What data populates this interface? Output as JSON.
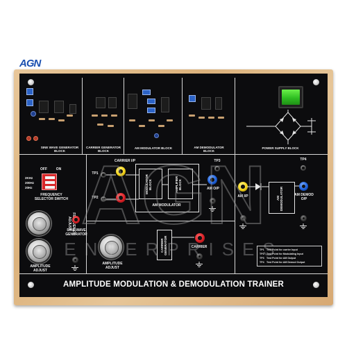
{
  "logo": {
    "text": "AGN"
  },
  "watermark": {
    "big": "AGN",
    "sub": "ENTERPRISES"
  },
  "blocks": {
    "sine_gen": "SINE WAVE GENERATOR\nBLOCK",
    "carrier_gen_block": "CARRIER GENERATOR\nBLOCK",
    "am_mod_block": "AM MODULATOR BLOCK",
    "am_demod_block": "AM DEMODULATOR\nBLOCK",
    "power_block": "POWER SUPPLY BLOCK"
  },
  "controls": {
    "freq_selector_title": "FREQUENCY\nSELECTOR SWITCH",
    "freq_opts": [
      "2KHz",
      "200Hz",
      "20Hz"
    ],
    "dip_off": "OFF",
    "dip_on": "ON",
    "freq_adjust": "FREQUENCY\nADJUST",
    "sine_wave_gen": "SINE WAVE\nGENERATOR",
    "amp_adjust_left": "AMPLITUDE\nADJUST",
    "amp_adjust_mid": "AMPLITUDE\nADJUST"
  },
  "modulator": {
    "carrier_ip": "CARRIER I/P",
    "tp1": "TP1",
    "tp2": "TP2",
    "tp3": "TP3",
    "tp4": "TP4",
    "modulator_block": "MODULATOR\nBLOCK",
    "amplifier_block": "AMPLIFIER\nBLOCK",
    "am_modulator": "AM MODULATOR",
    "am_op": "AM O/P"
  },
  "carrier": {
    "carrier_generator": "CARRIER\nGENERATOR",
    "carrier": "CARRIER"
  },
  "demod": {
    "am_ip": "AM I/P",
    "am_demodulator": "AM\nDEMODULATOR",
    "am_demod_op": "AM DEMOD\nO/P"
  },
  "legend": [
    {
      "key": "TP1",
      "text": "Test Point for carrier Input"
    },
    {
      "key": "TP2",
      "text": "Test Point for Modulating Input"
    },
    {
      "key": "TP3",
      "text": "Test Point for AM Output"
    },
    {
      "key": "TP4",
      "text": "Test Point for AM Demod Output"
    }
  ],
  "title": "AMPLITUDE MODULATION & DEMODULATION TRAINER",
  "colors": {
    "board": "#0c0c0e",
    "wood": "#dcb27c",
    "jack_yellow": "#f3d21a",
    "jack_red": "#d81e24",
    "jack_blue": "#1d5fd8",
    "rocker_green": "#2fbf22",
    "dip_red": "#d8282a"
  }
}
